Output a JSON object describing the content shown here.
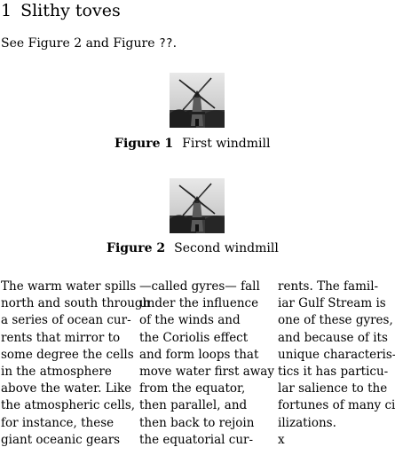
{
  "section": {
    "number": "1",
    "title": "Slithy toves"
  },
  "intro": {
    "before": "See Figure 2 and Figure ",
    "missing_ref": "??",
    "after": "."
  },
  "figures": [
    {
      "label": "Figure 1",
      "caption": "First windmill"
    },
    {
      "label": "Figure 2",
      "caption": "Second windmill"
    }
  ],
  "columns": [
    [
      "The warm water spills",
      "north and south through",
      "a series of ocean cur-",
      "rents that mirror to",
      "some degree the cells",
      "in the atmosphere",
      "above the water. Like",
      "the atmospheric cells,",
      "for instance, these",
      "giant oceanic gears"
    ],
    [
      "—called gyres— fall",
      "under the influence",
      "of the winds and",
      "the Coriolis effect",
      "and form loops that",
      "move water first away",
      "from the equator,",
      "then parallel, and",
      "then back to rejoin",
      "the equatorial cur-"
    ],
    [
      "rents. The famil-",
      "iar Gulf Stream is",
      "one of these gyres,",
      "and because of its",
      "unique characteris-",
      "tics it has particu-",
      "lar salience to the",
      "fortunes of many civ-",
      "ilizations.",
      "x"
    ]
  ]
}
